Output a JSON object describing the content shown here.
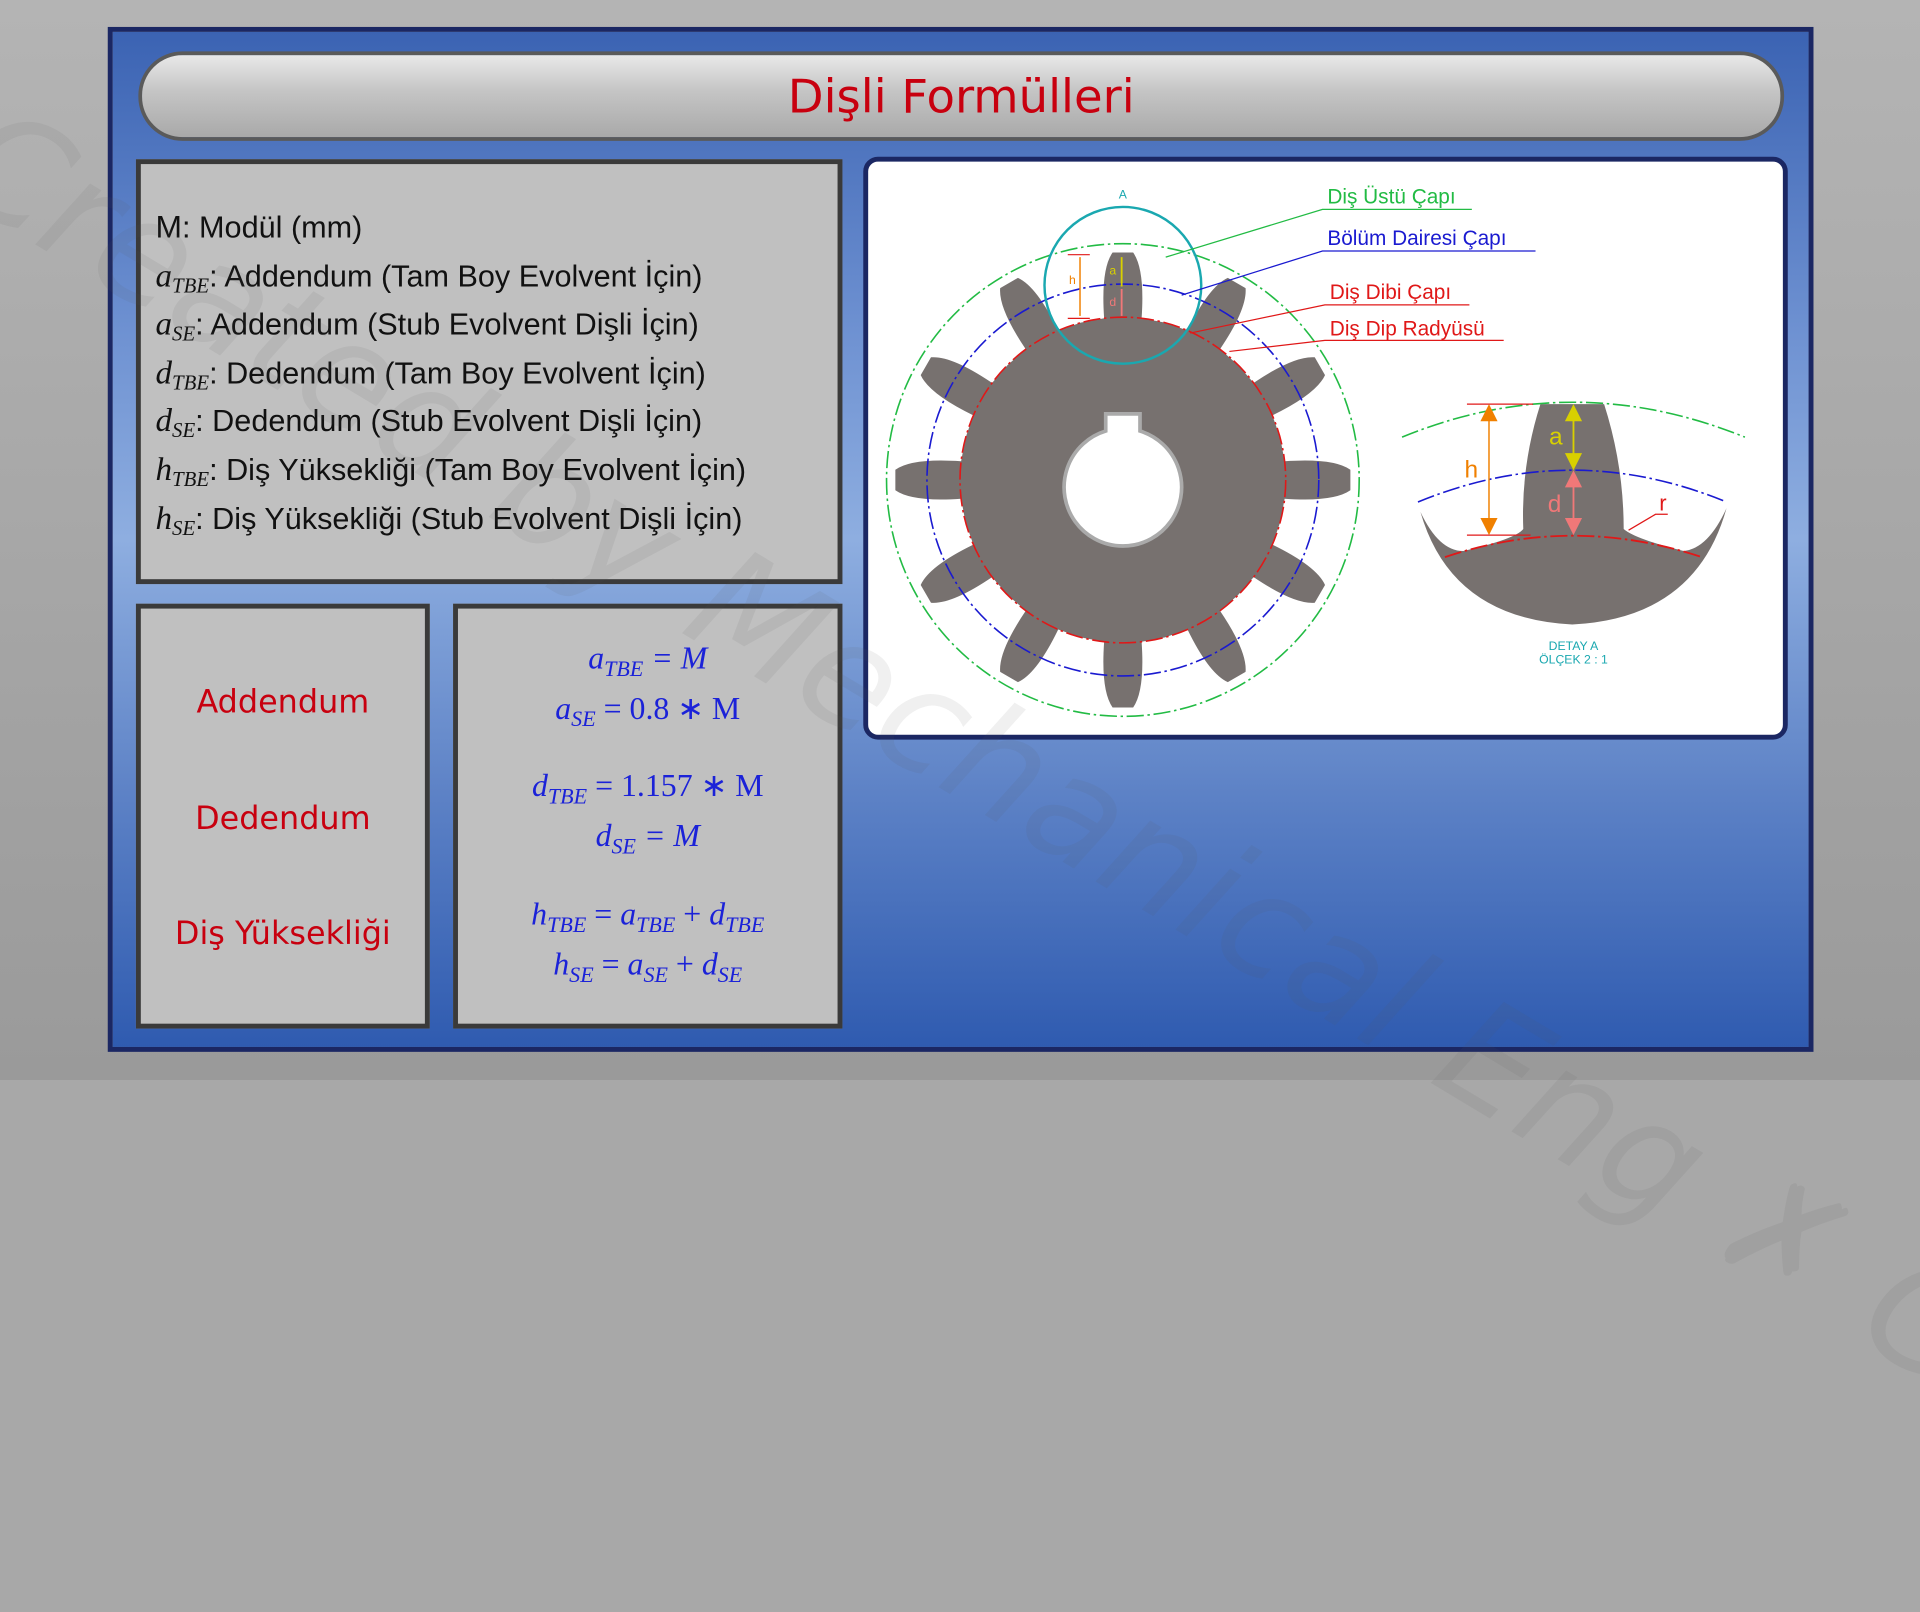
{
  "title": "Dişli Formülleri",
  "watermark": "Created by Mechanical Eng ✗ Caglar",
  "definitions": [
    {
      "sym": "M",
      "sub": "",
      "text": " : Modül (mm)"
    },
    {
      "sym": "a",
      "sub": "TBE",
      "text": " : Addendum (Tam Boy Evolvent İçin)"
    },
    {
      "sym": "a",
      "sub": "SE",
      "text": " : Addendum (Stub Evolvent Dişli İçin)"
    },
    {
      "sym": "d",
      "sub": "TBE",
      "text": " : Dedendum (Tam Boy Evolvent İçin)"
    },
    {
      "sym": "d",
      "sub": "SE",
      "text": " : Dedendum (Stub Evolvent Dişli İçin)"
    },
    {
      "sym": "h",
      "sub": "TBE",
      "text": " : Diş Yüksekliği (Tam Boy Evolvent İçin)"
    },
    {
      "sym": "h",
      "sub": "SE",
      "text": " : Diş Yüksekliği (Stub Evolvent Dişli İçin)"
    }
  ],
  "labels": {
    "addendum": "Addendum",
    "dedendum": "Dedendum",
    "height": "Diş Yüksekliği"
  },
  "formulas": [
    {
      "v": "a",
      "s": "TBE",
      "rhs": " = M"
    },
    {
      "v": "a",
      "s": "SE",
      "rhs": " = 0.8 ∗ M"
    },
    {
      "v": "d",
      "s": "TBE",
      "rhs": " = 1.157 ∗ M"
    },
    {
      "v": "d",
      "s": "SE",
      "rhs": " = M"
    },
    {
      "v": "h",
      "s": "TBE",
      "eq": " = ",
      "t1": "a",
      "t1s": "TBE",
      "plus": " + ",
      "t2": "d",
      "t2s": "TBE"
    },
    {
      "v": "h",
      "s": "SE",
      "eq": " = ",
      "t1": "a",
      "t1s": "SE",
      "plus": " + ",
      "t2": "d",
      "t2s": "SE"
    }
  ],
  "diagram": {
    "detail_marker": "A",
    "callouts": {
      "tip": "Diş Üstü Çapı",
      "pitch": "Bölüm Dairesi Çapı",
      "root": "Diş Dibi Çapı",
      "fillet": "Diş Dip Radyüsü"
    },
    "dims": {
      "a": "a",
      "d": "d",
      "h": "h",
      "r": "r"
    },
    "detail_title": "DETAY A",
    "detail_scale": "ÖLÇEK 2 : 1",
    "colors": {
      "tip": "#22bb44",
      "pitch": "#1a1ad0",
      "root": "#e01818",
      "detail": "#1aa8b0",
      "h": "#f08000",
      "a": "#d8d000",
      "d": "#f07878",
      "gear": "#77716f"
    }
  }
}
